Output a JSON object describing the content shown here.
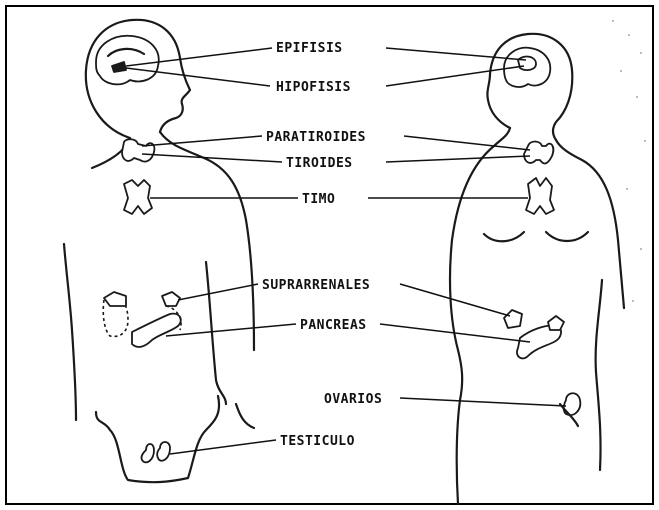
{
  "labels": {
    "epifisis": "EPIFISIS",
    "hipofisis": "HIPOFISIS",
    "paratiroides": "PARATIROIDES",
    "tiroides": "TIROIDES",
    "timo": "TIMO",
    "suprarrenales": "SUPRARRENALES",
    "pancreas": "PANCREAS",
    "ovarios": "OVARIOS",
    "testiculo": "TESTICULO"
  },
  "colors": {
    "ink": "#1a1a1a",
    "paper": "#ffffff"
  }
}
